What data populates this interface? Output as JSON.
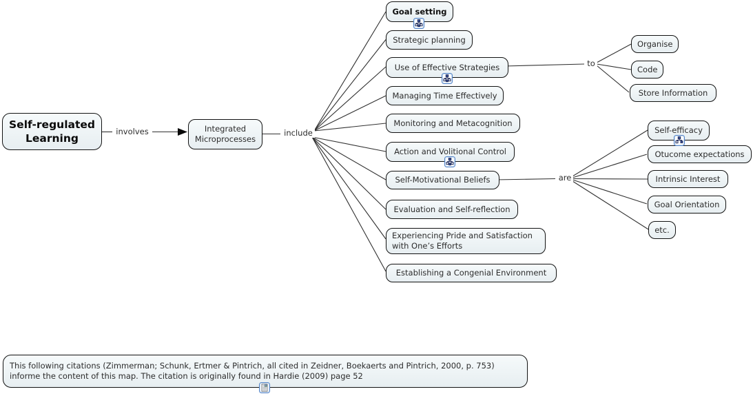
{
  "colors": {
    "canvas_bg": "#ffffff",
    "node_fill_top": "#f6fafb",
    "node_fill_bottom": "#e7eef1",
    "node_border": "#111111",
    "text": "#2c2c2c",
    "line": "#303030",
    "icon_border": "#4f81c7"
  },
  "root": {
    "label": "Self-regulated\nLearning"
  },
  "link_labels": {
    "involves": "involves",
    "include": "include",
    "to": "to",
    "are": "are"
  },
  "integrated": {
    "label": "Integrated\nMicroprocesses"
  },
  "include_children": [
    {
      "label": "Goal setting",
      "bold": true,
      "icon": "hierarchy-icon"
    },
    {
      "label": "Strategic planning"
    },
    {
      "label": "Use of Effective Strategies",
      "icon": "hierarchy-icon"
    },
    {
      "label": "Managing Time Effectively"
    },
    {
      "label": "Monitoring and Metacognition"
    },
    {
      "label": "Action and Volitional Control",
      "icon": "hierarchy-icon"
    },
    {
      "label": "Self-Motivational Beliefs"
    },
    {
      "label": "Evaluation and Self-reflection"
    },
    {
      "label": "Experiencing Pride and Satisfaction\nwith One’s Efforts"
    },
    {
      "label": "Establishing a Congenial Environment"
    }
  ],
  "to_children": [
    {
      "label": "Organise"
    },
    {
      "label": "Code"
    },
    {
      "label": "Store Information"
    }
  ],
  "are_children": [
    {
      "label": "Self-efficacy",
      "icon": "hierarchy-icon"
    },
    {
      "label": "Otucome expectations"
    },
    {
      "label": "Intrinsic Interest"
    },
    {
      "label": "Goal Orientation"
    },
    {
      "label": "etc."
    }
  ],
  "citation": {
    "text": "This following citations (Zimmerman; Schunk, Ertmer & Pintrich, all cited in Zeidner, Boekaerts and Pintrich, 2000, p. 753)\ninforme the content of this map. The citation is originally found in Hardie (2009) page 52",
    "icon": "document-icon"
  }
}
